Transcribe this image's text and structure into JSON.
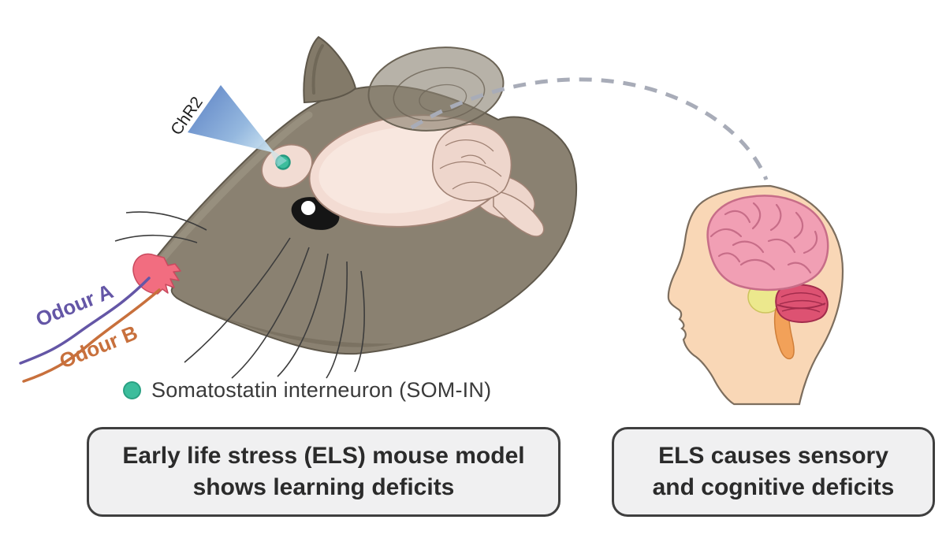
{
  "figure": {
    "chr2": {
      "label": "ChR2"
    },
    "odours": {
      "a": "Odour A",
      "b": "Odour B"
    },
    "legend": {
      "label": "Somatostatin interneuron (SOM-IN)"
    },
    "captions": {
      "mouse": {
        "line1": "Early life stress (ELS) mouse model",
        "line2": "shows learning deficits"
      },
      "human": {
        "line1": "ELS causes sensory",
        "line2": "and cognitive deficits"
      }
    },
    "colors": {
      "som_in_green": "#3cbd9c",
      "som_in_green_border": "#2aa183",
      "odour_a_purple": "#6456a6",
      "odour_b_orange": "#c8703c",
      "chr2_beam_blue": "#5d84c6",
      "mouse_fur": "#8a8171",
      "mouse_brain_pink": "#f3dcd3",
      "human_skin": "#f9d7b6",
      "human_brain_pink": "#f19fb4",
      "cerebellum_red": "#dd5272",
      "brainstem_orange": "#f2a159",
      "connector_gray": "#a8acb8",
      "caption_bg": "#f0f0f1",
      "caption_border": "#3f3f3f"
    }
  }
}
